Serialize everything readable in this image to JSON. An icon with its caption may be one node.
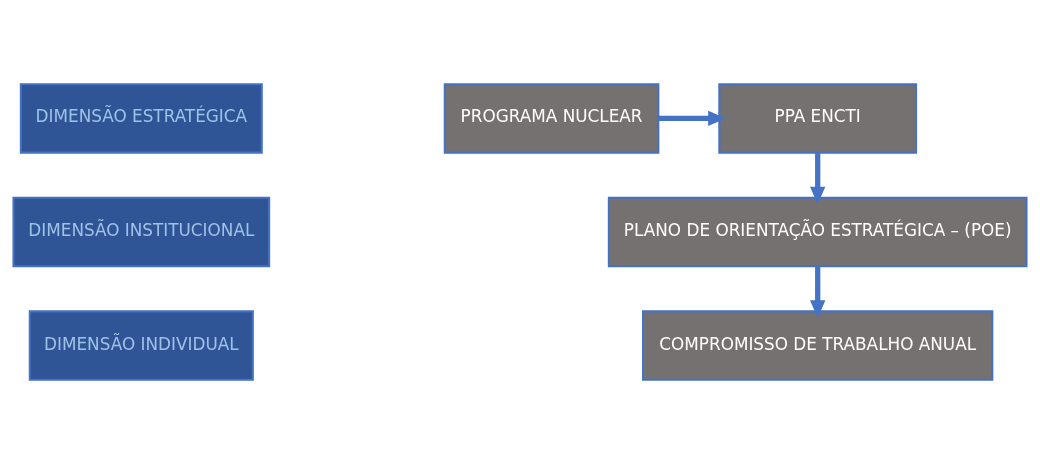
{
  "diagram": {
    "nodes": [
      {
        "text": [
          "DIMENSÃO ESTRATÉGICA"
        ]
      },
      {
        "text": [
          "DIMENSÃO INSTITUCIONAL"
        ]
      },
      {
        "text": [
          "DIMENSÃO INDIVIDUAL"
        ]
      },
      {
        "text": [
          "PROGRAMA NUCLEAR"
        ]
      },
      {
        "text": [
          "PPA ENCTI"
        ]
      },
      {
        "text": [
          "PLANO DE ORIENTAÇÃO ESTRATÉGICA – (POE)"
        ]
      },
      {
        "text": [
          "COMPROMISSO DE TRABALHO ANUAL"
        ]
      }
    ],
    "edges": [
      {
        "from": 3,
        "to": 4,
        "arrow": "to"
      },
      {
        "from": 4,
        "to": 5,
        "arrow": "to"
      },
      {
        "from": 5,
        "to": 6,
        "arrow": "to"
      }
    ]
  }
}
